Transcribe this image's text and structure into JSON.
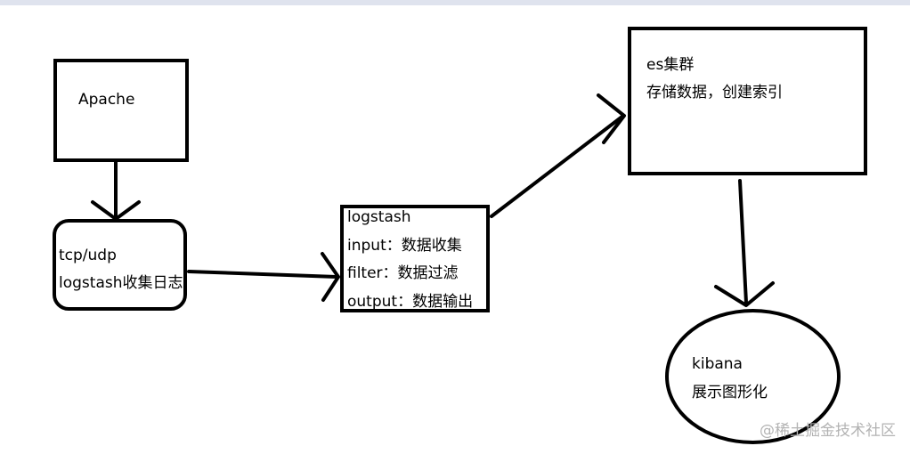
{
  "nodes": {
    "apache": {
      "label": "Apache"
    },
    "tcp_udp": {
      "line1": "tcp/udp",
      "line2": "logstash收集日志"
    },
    "logstash": {
      "line1": "logstash",
      "line2": "input：数据收集",
      "line3": "filter：数据过滤",
      "line4": "output：数据输出"
    },
    "es": {
      "line1": "es集群",
      "line2": "存储数据，创建索引"
    },
    "kibana": {
      "line1": "kibana",
      "line2": "展示图形化"
    }
  },
  "watermark": "@稀土掘金技术社区"
}
